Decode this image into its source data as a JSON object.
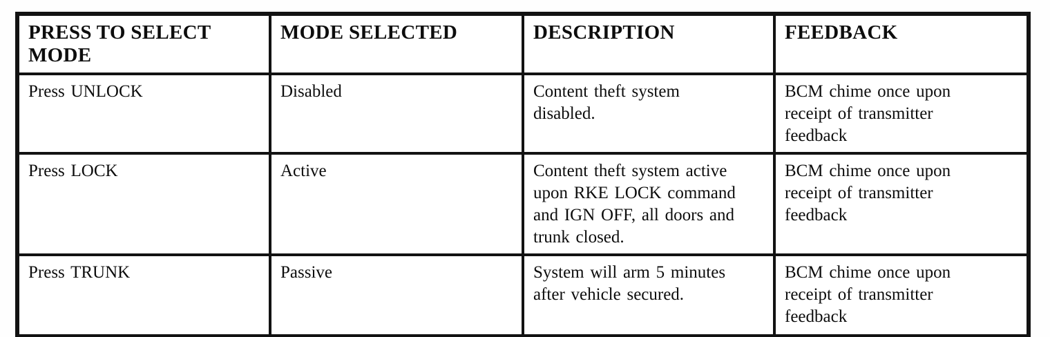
{
  "document": {
    "kind": "scanned-table",
    "colors": {
      "background": "#ffffff",
      "border": "#121212",
      "text": "#0d0d0d"
    },
    "table": {
      "columns": [
        {
          "label": "PRESS TO SELECT\nMODE"
        },
        {
          "label": "MODE SELECTED"
        },
        {
          "label": "DESCRIPTION"
        },
        {
          "label": "FEEDBACK"
        }
      ],
      "rows": [
        {
          "press_to_select": "Press UNLOCK",
          "mode_selected": "Disabled",
          "description": "Content theft system\ndisabled.",
          "feedback": "BCM chime once upon\nreceipt of transmitter\nfeedback"
        },
        {
          "press_to_select": "Press LOCK",
          "mode_selected": "Active",
          "description": "Content theft system active\nupon RKE LOCK command\nand IGN OFF, all doors and\ntrunk closed.",
          "feedback": "BCM chime once upon\nreceipt of transmitter\nfeedback"
        },
        {
          "press_to_select": "Press TRUNK",
          "mode_selected": "Passive",
          "description": "System will arm 5 minutes\nafter vehicle secured.",
          "feedback": "BCM chime once upon\nreceipt of transmitter\nfeedback"
        }
      ]
    }
  }
}
